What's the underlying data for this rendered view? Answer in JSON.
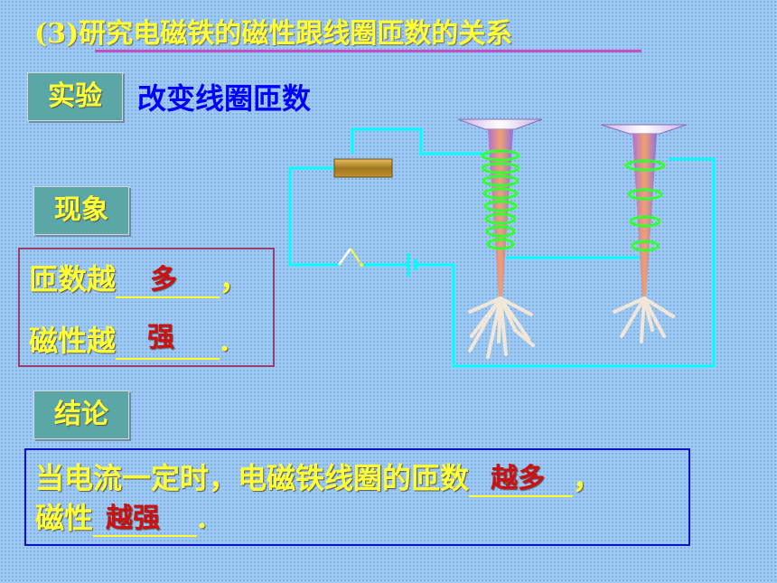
{
  "title": "(3)研究电磁铁的磁性跟线圈匝数的关系",
  "experiment": {
    "label": "实验",
    "description": "改变线圈匝数"
  },
  "phenomenon": {
    "label": "现象",
    "line1_prefix": "匝数越",
    "line1_answer": "多",
    "line1_suffix": "，",
    "line2_prefix": "磁性越",
    "line2_answer": "强",
    "line2_suffix": "."
  },
  "conclusion": {
    "label": "结论",
    "line1_prefix": "当电流一定时，电磁铁线圈的匝数",
    "line1_answer": "越多",
    "line1_suffix": "，",
    "line2_prefix": "磁性",
    "line2_answer": "越强",
    "line2_suffix": "."
  },
  "colors": {
    "background": "#9ccaf4",
    "title": "#ffff33",
    "answer": "#d01010",
    "wire": "#00ffff",
    "coil": "#33ff33",
    "label_bg": "#5ba7a7"
  }
}
